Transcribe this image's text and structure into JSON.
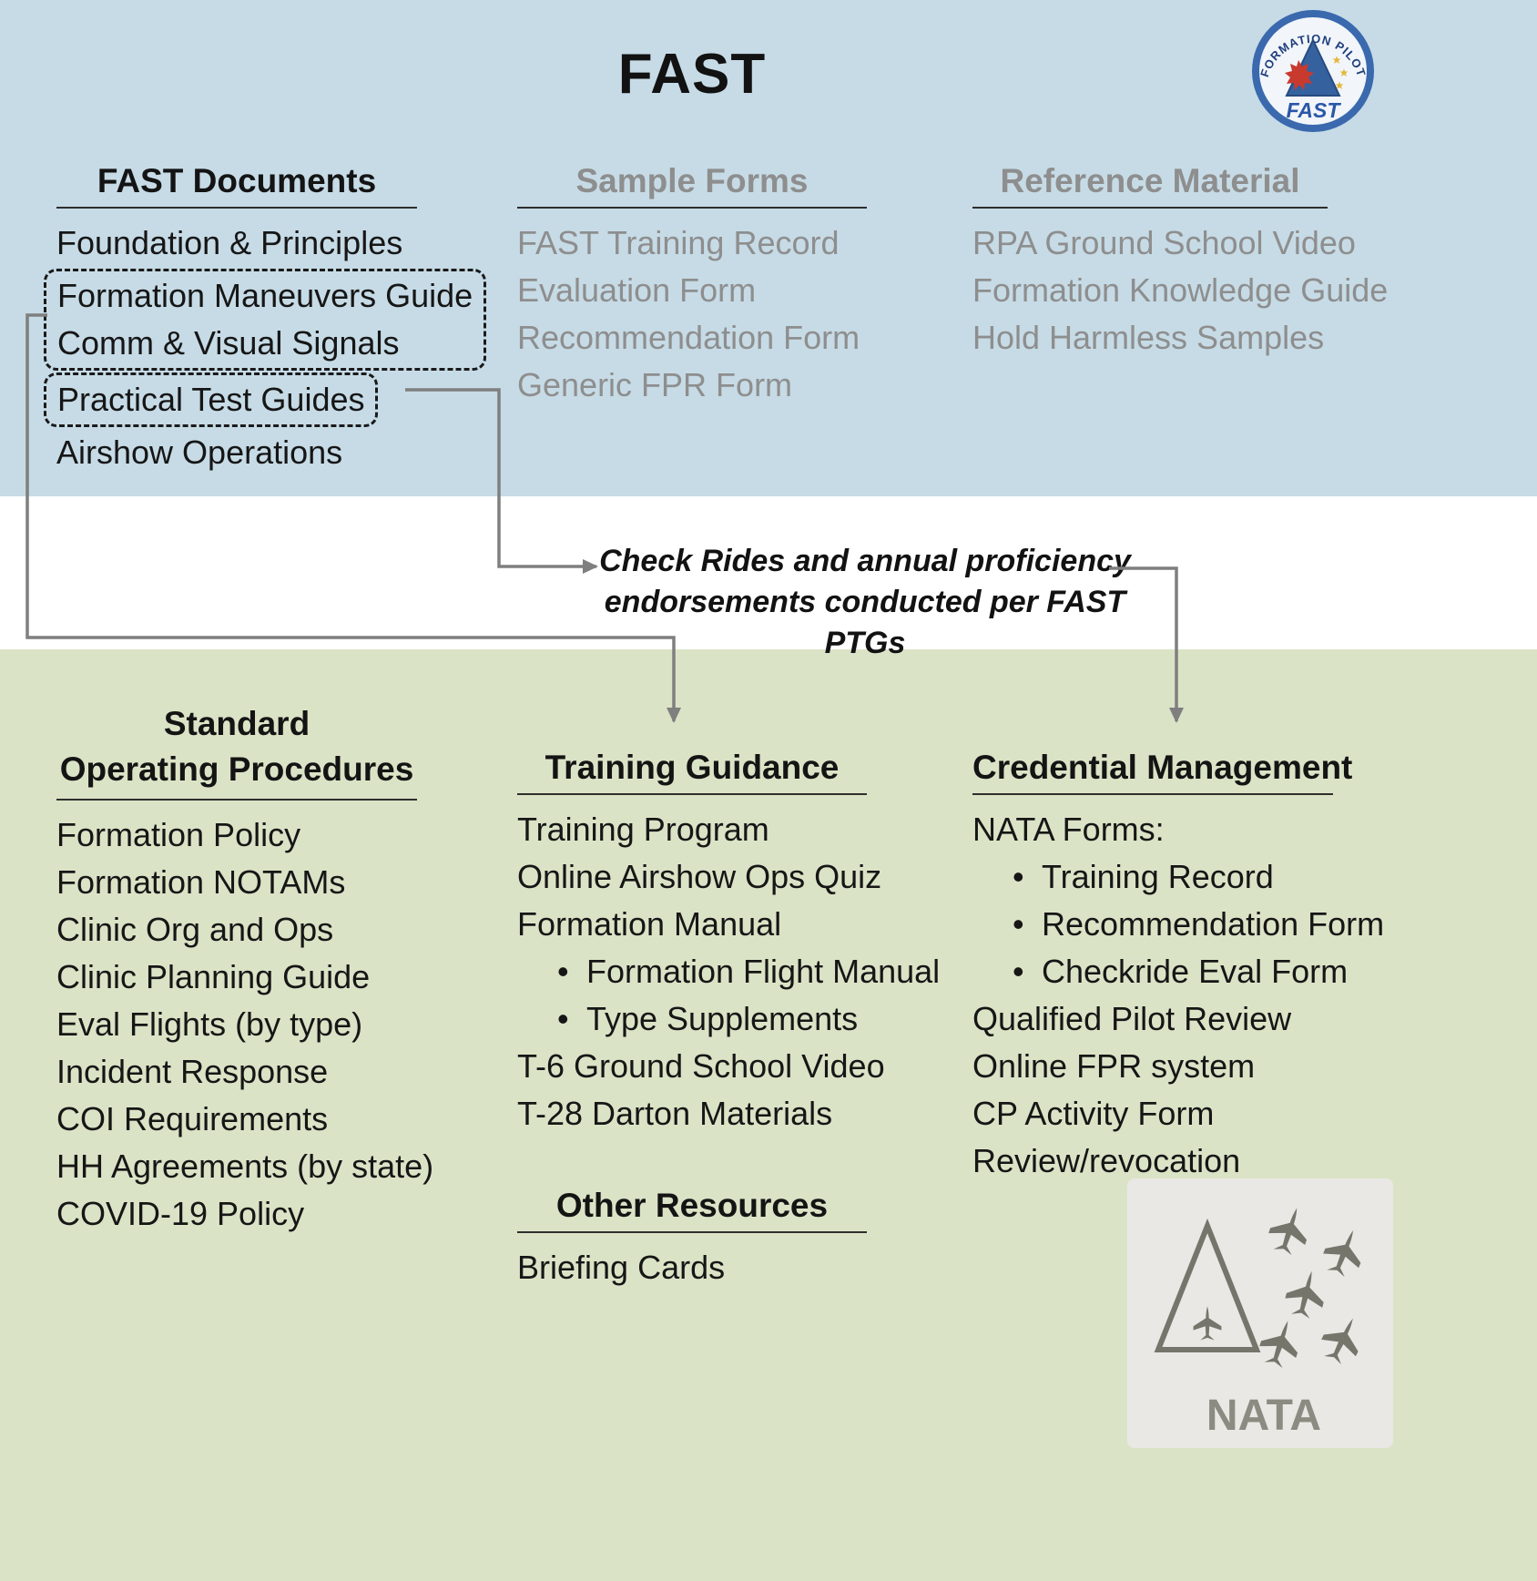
{
  "title": "FAST",
  "top": {
    "fast_documents": {
      "heading": "FAST Documents",
      "items": [
        "Foundation & Principles",
        "Formation Maneuvers Guide",
        "Comm & Visual Signals",
        "Practical Test Guides",
        "Airshow Operations"
      ]
    },
    "sample_forms": {
      "heading": "Sample Forms",
      "items": [
        "FAST Training Record",
        "Evaluation Form",
        "Recommendation Form",
        "Generic FPR Form"
      ]
    },
    "reference_material": {
      "heading": "Reference Material",
      "items": [
        "RPA Ground School Video",
        "Formation Knowledge Guide",
        "Hold Harmless Samples"
      ]
    }
  },
  "note": {
    "line1": "Check Rides and annual proficiency",
    "line2": "endorsements conducted per FAST PTGs"
  },
  "bottom": {
    "sop": {
      "heading_line1": "Standard",
      "heading_line2": "Operating Procedures",
      "items": [
        "Formation Policy",
        "Formation NOTAMs",
        "Clinic Org and Ops",
        "Clinic Planning Guide",
        "Eval Flights (by type)",
        "Incident Response",
        "COI Requirements",
        "HH Agreements (by state)",
        "COVID-19 Policy"
      ]
    },
    "training_guidance": {
      "heading": "Training Guidance",
      "items": [
        "Training Program",
        "Online Airshow Ops Quiz",
        "Formation Manual",
        "Formation Flight Manual",
        "Type Supplements",
        "T-6 Ground School Video",
        "T-28 Darton Materials"
      ]
    },
    "other_resources": {
      "heading": "Other Resources",
      "items": [
        "Briefing Cards"
      ]
    },
    "credential_management": {
      "heading": "Credential Management",
      "items": [
        "NATA Forms:",
        "Training Record",
        "Recommendation Form",
        "Checkride Eval Form",
        "Qualified Pilot Review",
        "Online FPR system",
        "CP Activity Form",
        "Review/revocation"
      ]
    }
  },
  "logos": {
    "fast": {
      "arc_text": "FORMATION PILOT",
      "name": "FAST"
    },
    "nata": {
      "label": "NATA"
    }
  },
  "colors": {
    "top_bg": "#c6dbe6",
    "bottom_bg": "#dbe3c6",
    "muted_text": "#8e8e8e",
    "arrow": "#7f7f7f"
  }
}
